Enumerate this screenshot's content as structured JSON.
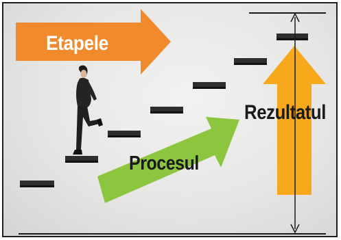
{
  "labels": {
    "steps": "Etapele",
    "process": "Procesul",
    "result": "Rezultatul"
  },
  "colors": {
    "steps_arrow": "#f08a2c",
    "process_arrow": "#8cc63e",
    "result_arrow": "#f7a81b",
    "stair_step": "#2b2b2b",
    "measure_line": "#1a1a1a"
  }
}
